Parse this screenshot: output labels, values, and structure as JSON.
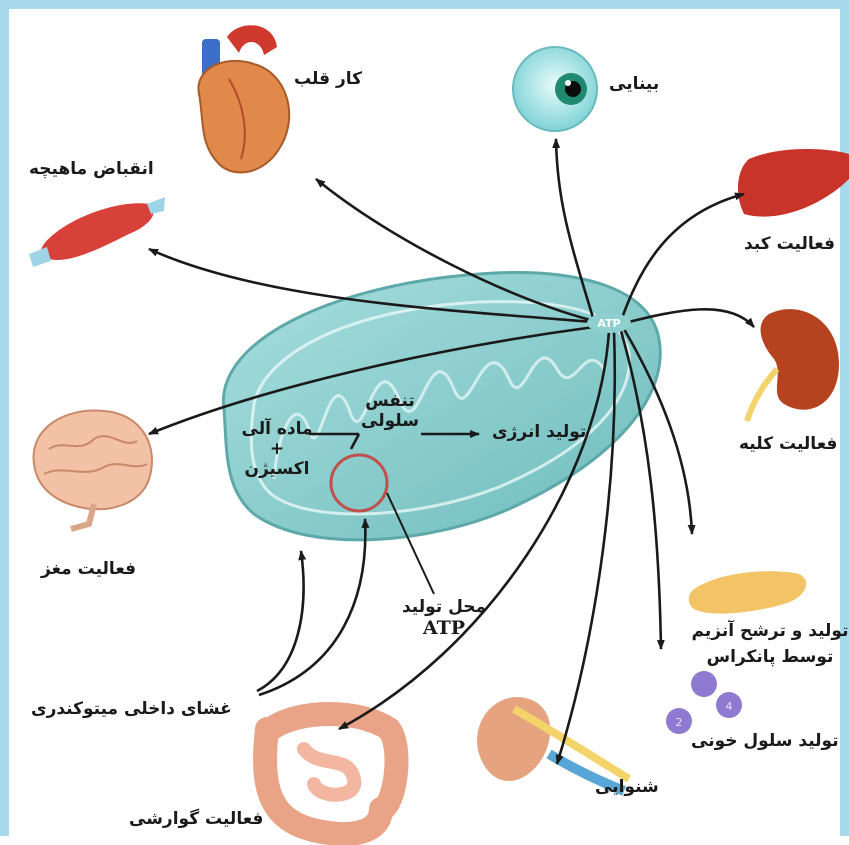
{
  "labels": {
    "heart": "کار قلب",
    "vision": "بینایی",
    "muscle": "انقباض ماهیچه",
    "liver": "فعالیت کبد",
    "kidney": "فعالیت کلیه",
    "brain": "فعالیت مغز",
    "pancreas_line1": "تولید و ترشح آنزیم",
    "pancreas_line2": "توسط پانکراس",
    "blood": "تولید سلول خونی",
    "hearing": "شنوایی",
    "digestion": "فعالیت گوارشی",
    "inner_membrane": "غشای داخلی میتوکندری",
    "site_line1": "محل تولید",
    "site_line2": "ATP",
    "organic_line1": "ماده آلی",
    "organic_plus": "+",
    "organic_line2": "اکسیژن",
    "respiration_line1": "تنفس",
    "respiration_line2": "سلولی",
    "energy": "تولید انرژی",
    "atp_center": "ATP",
    "blood_cell_2": "2",
    "blood_cell_4": "4"
  },
  "colors": {
    "border": "#a7dbeb",
    "mitochondria": "#8fcfcf",
    "arrow": "#1a1a1a",
    "atp_circle": "#c0504d"
  }
}
